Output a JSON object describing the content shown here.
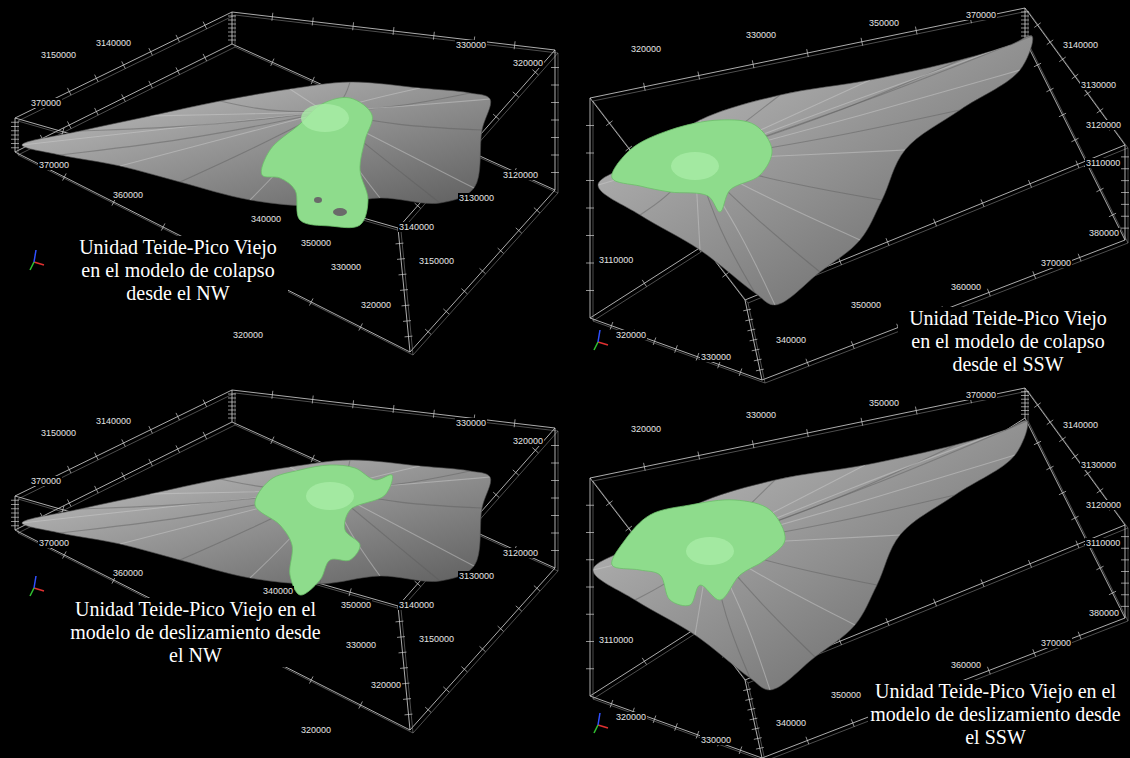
{
  "diagram": {
    "labels": [
      "Unidad Teide-Pico Viejo en el modelo de colapso desde el NW",
      "Unidad Teide-Pico Viejo en el modelo de colapso desde el SSW",
      "Unidad Teide-Pico Viejo en el modelo de deslizamiento desde el NW",
      "Unidad Teide-Pico Viejo en el modelo de deslizamiento desde el SSW",
      "3150000",
      "3140000",
      "370000",
      "370000",
      "360000",
      "350000",
      "340000",
      "330000",
      "320000",
      "320000",
      "3140000",
      "3150000",
      "3130000",
      "3120000",
      "320000",
      "330000",
      "320000",
      "330000",
      "350000",
      "370000",
      "3140000",
      "3130000",
      "3120000",
      "3110000",
      "380000",
      "370000",
      "360000",
      "350000",
      "340000",
      "330000",
      "320000",
      "3110000",
      "3150000",
      "3140000",
      "370000",
      "370000",
      "360000",
      "340000",
      "350000",
      "330000",
      "320000",
      "320000",
      "3140000",
      "3150000",
      "3130000",
      "3120000",
      "320000",
      "330000",
      "320000",
      "330000",
      "350000",
      "370000",
      "3140000",
      "3130000",
      "3120000",
      "3110000",
      "380000",
      "370000",
      "360000",
      "350000",
      "340000",
      "330000",
      "320000",
      "3110000"
    ]
  }
}
